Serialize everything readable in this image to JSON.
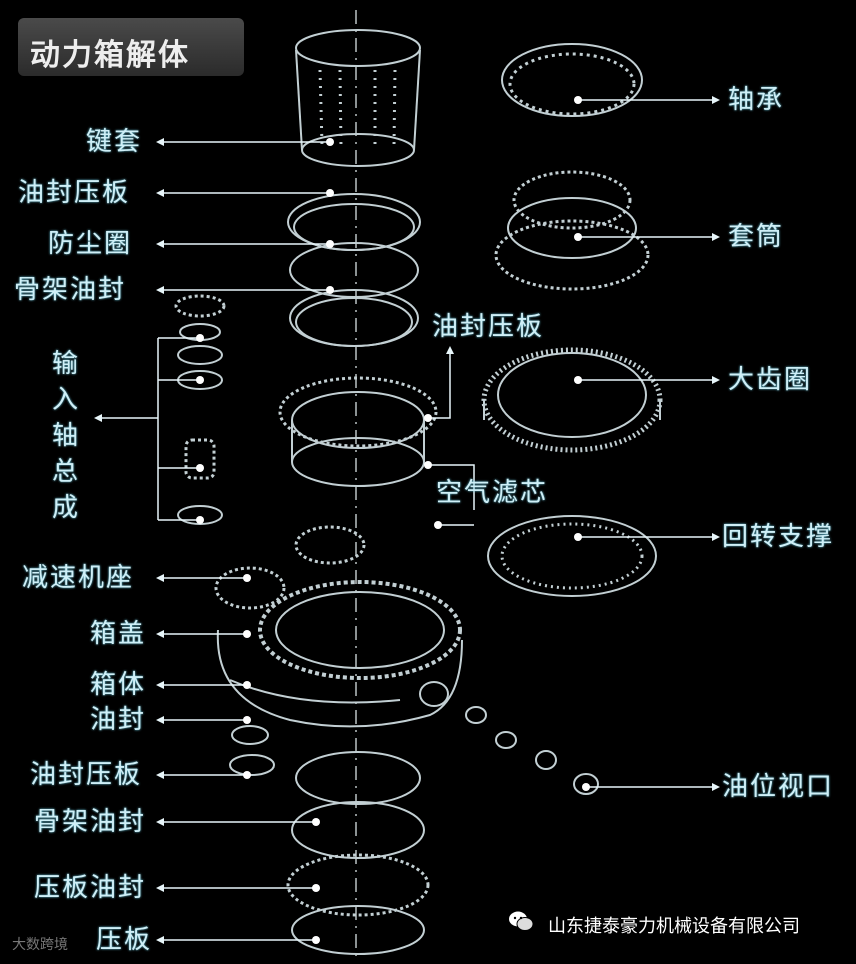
{
  "title": "动力箱解体",
  "left_labels": {
    "jian_tao": "键套",
    "you_feng_ya_ban_1": "油封压板",
    "fang_chen_quan": "防尘圈",
    "gu_jia_you_feng_1": "骨架油封",
    "jian_su_ji_zuo": "减速机座",
    "xiang_gai": "箱盖",
    "xiang_ti": "箱体",
    "you_feng": "油封",
    "you_feng_ya_ban_2": "油封压板",
    "gu_jia_you_feng_2": "骨架油封",
    "ya_ban_you_feng": "压板油封",
    "ya_ban": "压板"
  },
  "input_shaft_chars": [
    "输",
    "入",
    "轴",
    "总",
    "成"
  ],
  "center_labels": {
    "you_feng_ya_ban_center": "油封压板",
    "kong_qi_lv_xin": "空气滤芯"
  },
  "right_labels": {
    "zhou_cheng": "轴承",
    "tao_tong": "套筒",
    "da_chi_quan": "大齿圈",
    "hui_zhuan_zhi_cheng": "回转支撑",
    "you_wei_shi_kou": "油位视口"
  },
  "brand": "山东捷泰豪力机械设备有限公司",
  "watermark": "大数跨境",
  "colors": {
    "line": "#e8f6fa",
    "label": "#cfeff7",
    "background": "#000000"
  }
}
